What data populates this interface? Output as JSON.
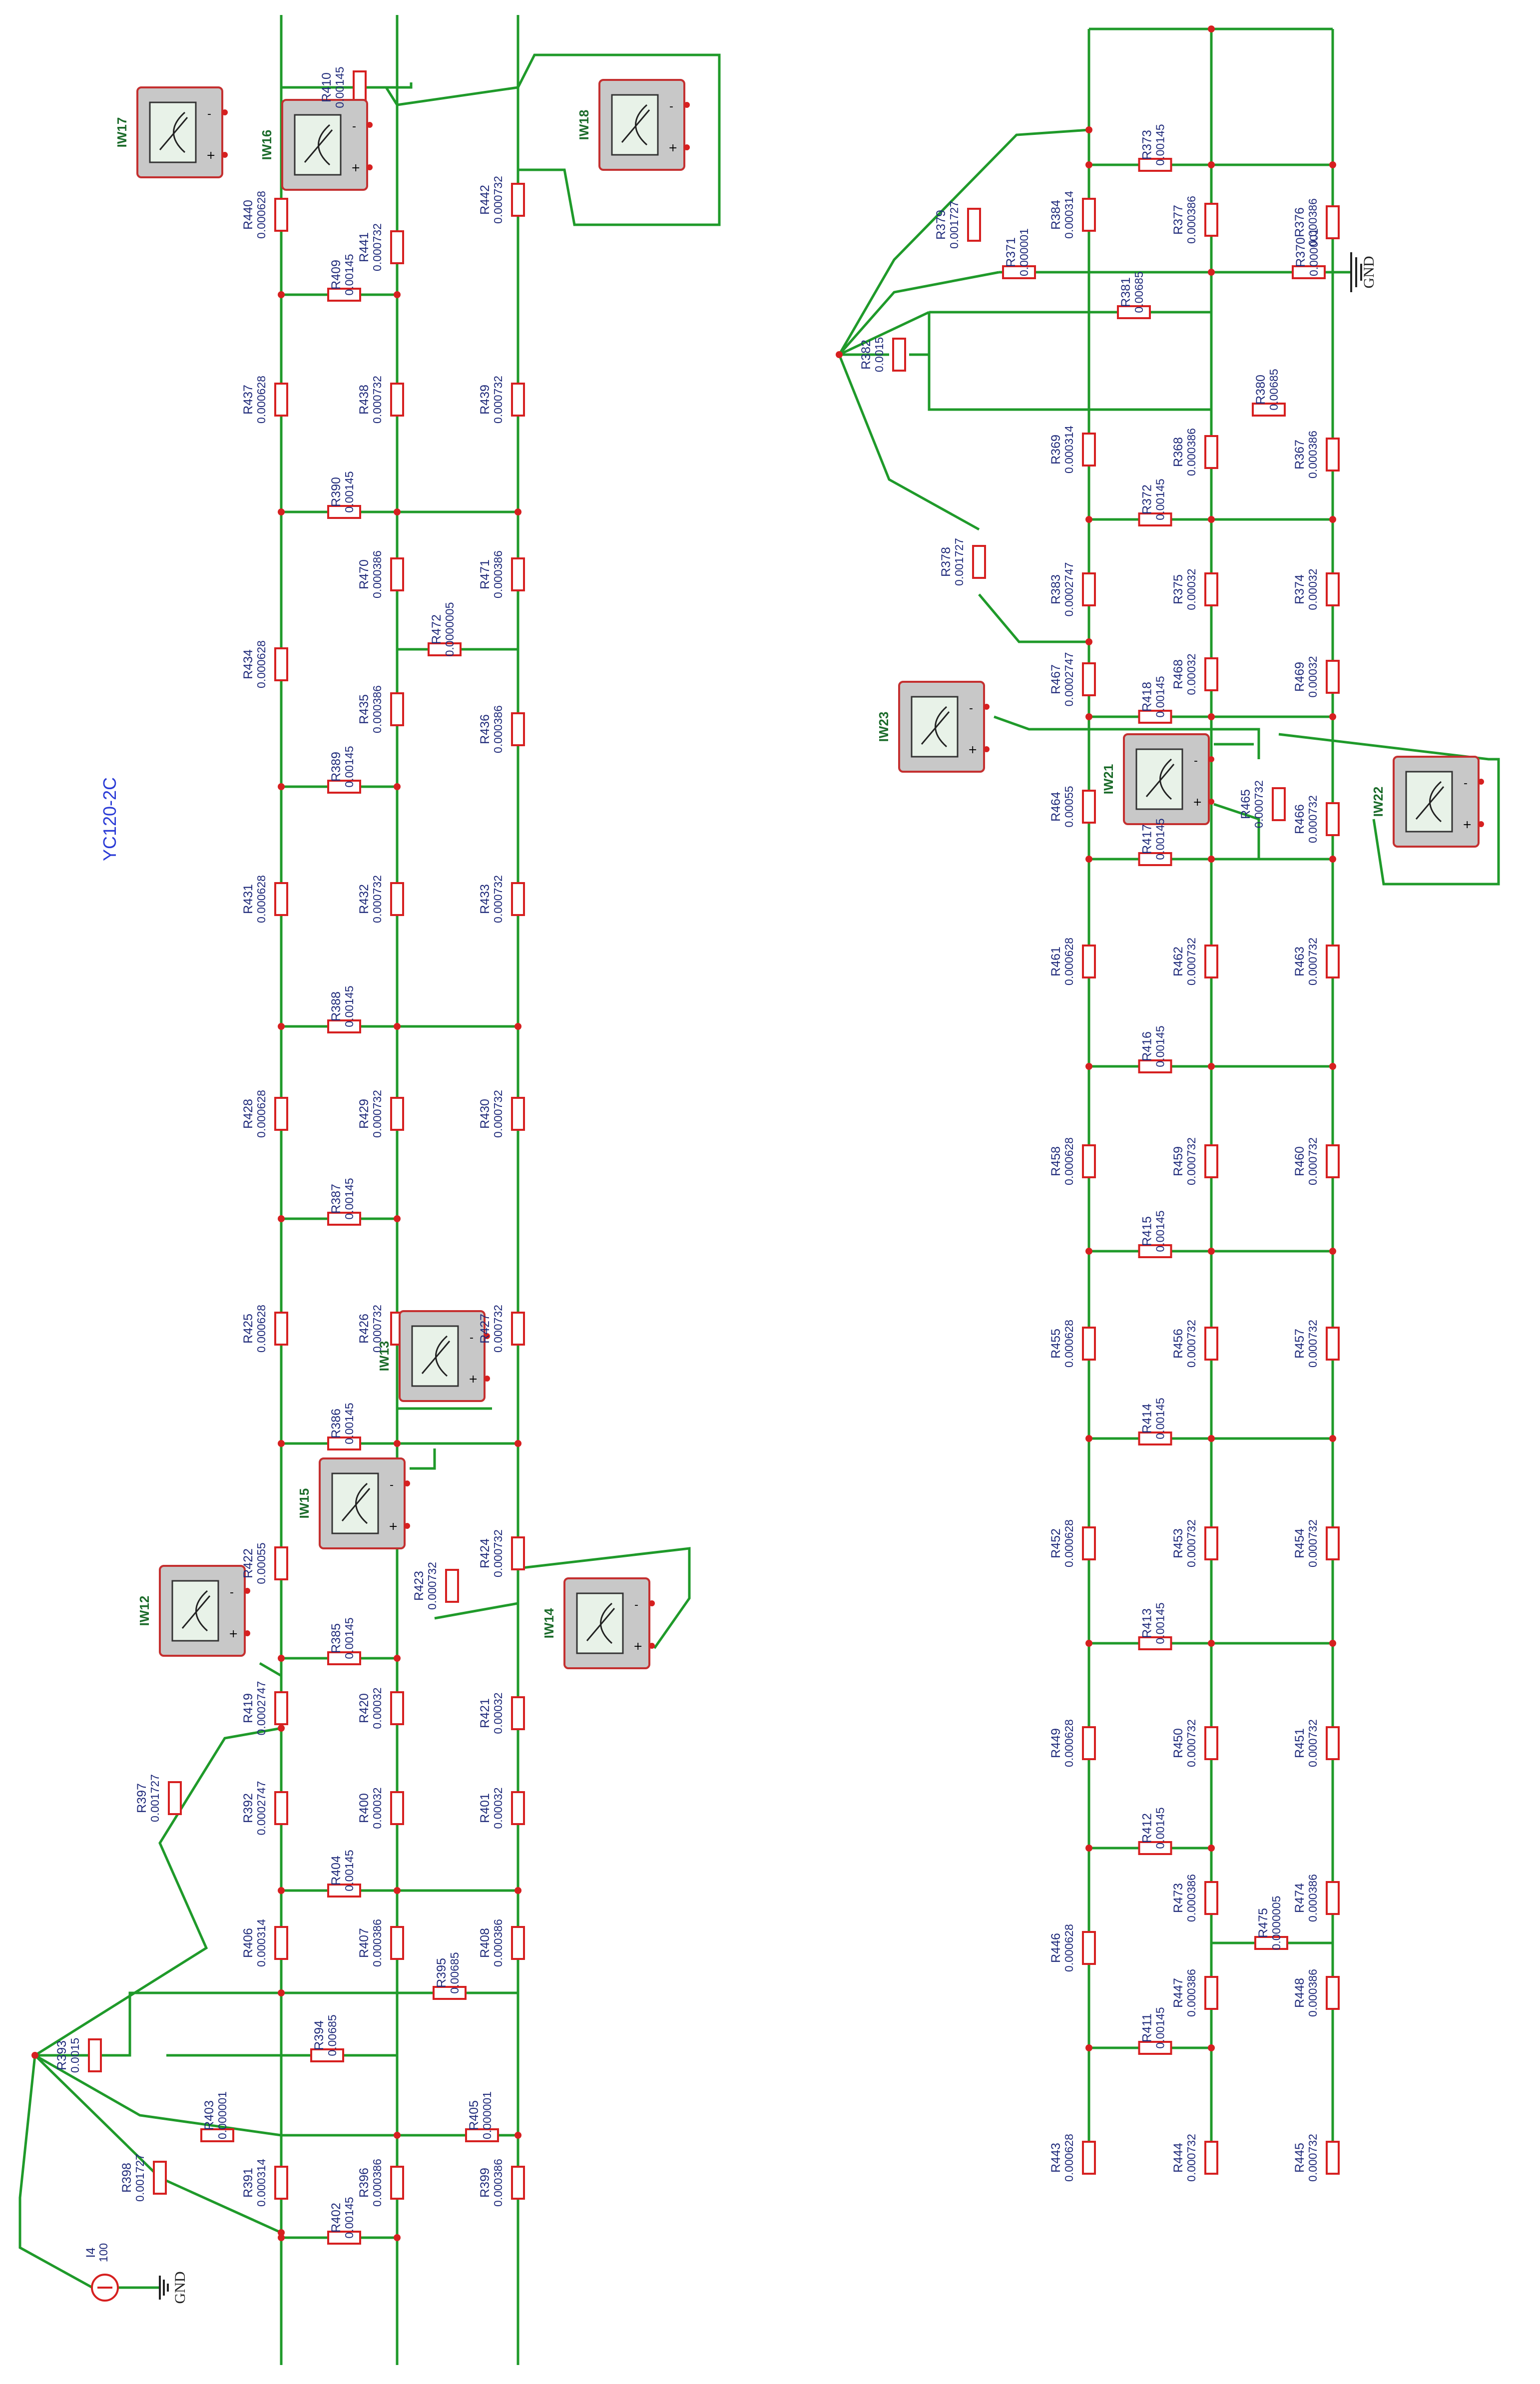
{
  "title": "YC120-2C",
  "gnd_label": "GND",
  "source": {
    "name": "I4",
    "value": "100"
  },
  "meters": {
    "IW12": "IW12",
    "IW13": "IW13",
    "IW14": "IW14",
    "IW15": "IW15",
    "IW16": "IW16",
    "IW17": "IW17",
    "IW18": "IW18",
    "IW21": "IW21",
    "IW22": "IW22",
    "IW23": "IW23"
  },
  "resistors": [
    {
      "n": "R410",
      "v": "0.00145"
    },
    {
      "n": "R440",
      "v": "0.000628"
    },
    {
      "n": "R441",
      "v": "0.000732"
    },
    {
      "n": "R442",
      "v": "0.000732"
    },
    {
      "n": "R409",
      "v": "0.00145"
    },
    {
      "n": "R437",
      "v": "0.000628"
    },
    {
      "n": "R438",
      "v": "0.000732"
    },
    {
      "n": "R439",
      "v": "0.000732"
    },
    {
      "n": "R390",
      "v": "0.00145"
    },
    {
      "n": "R470",
      "v": "0.000386"
    },
    {
      "n": "R471",
      "v": "0.000386"
    },
    {
      "n": "R472",
      "v": "0.0000005"
    },
    {
      "n": "R434",
      "v": "0.000628"
    },
    {
      "n": "R435",
      "v": "0.000386"
    },
    {
      "n": "R436",
      "v": "0.000386"
    },
    {
      "n": "R389",
      "v": "0.00145"
    },
    {
      "n": "R431",
      "v": "0.000628"
    },
    {
      "n": "R432",
      "v": "0.000732"
    },
    {
      "n": "R433",
      "v": "0.000732"
    },
    {
      "n": "R388",
      "v": "0.00145"
    },
    {
      "n": "R428",
      "v": "0.000628"
    },
    {
      "n": "R429",
      "v": "0.000732"
    },
    {
      "n": "R430",
      "v": "0.000732"
    },
    {
      "n": "R387",
      "v": "0.00145"
    },
    {
      "n": "R425",
      "v": "0.000628"
    },
    {
      "n": "R426",
      "v": "0.000732"
    },
    {
      "n": "R427",
      "v": "0.000732"
    },
    {
      "n": "R386",
      "v": "0.00145"
    },
    {
      "n": "R422",
      "v": "0.00055"
    },
    {
      "n": "R423",
      "v": "0.000732"
    },
    {
      "n": "R424",
      "v": "0.000732"
    },
    {
      "n": "R385",
      "v": "0.00145"
    },
    {
      "n": "R419",
      "v": "0.0002747"
    },
    {
      "n": "R420",
      "v": "0.00032"
    },
    {
      "n": "R421",
      "v": "0.00032"
    },
    {
      "n": "R397",
      "v": "0.001727"
    },
    {
      "n": "R392",
      "v": "0.0002747"
    },
    {
      "n": "R400",
      "v": "0.00032"
    },
    {
      "n": "R401",
      "v": "0.00032"
    },
    {
      "n": "R404",
      "v": "0.00145"
    },
    {
      "n": "R406",
      "v": "0.000314"
    },
    {
      "n": "R407",
      "v": "0.000386"
    },
    {
      "n": "R408",
      "v": "0.000386"
    },
    {
      "n": "R395",
      "v": "0.00685"
    },
    {
      "n": "R393",
      "v": "0.0015"
    },
    {
      "n": "R394",
      "v": "0.00685"
    },
    {
      "n": "R403",
      "v": "0.000001"
    },
    {
      "n": "R405",
      "v": "0.000001"
    },
    {
      "n": "R398",
      "v": "0.001727"
    },
    {
      "n": "R391",
      "v": "0.000314"
    },
    {
      "n": "R396",
      "v": "0.000386"
    },
    {
      "n": "R399",
      "v": "0.000386"
    },
    {
      "n": "R402",
      "v": "0.00145"
    },
    {
      "n": "R379",
      "v": "0.001727"
    },
    {
      "n": "R384",
      "v": "0.000314"
    },
    {
      "n": "R373",
      "v": "0.00145"
    },
    {
      "n": "R377",
      "v": "0.000386"
    },
    {
      "n": "R376",
      "v": "0.000386"
    },
    {
      "n": "R371",
      "v": "0.000001"
    },
    {
      "n": "R370",
      "v": "0.000001"
    },
    {
      "n": "R381",
      "v": "0.00685"
    },
    {
      "n": "R382",
      "v": "0.0015"
    },
    {
      "n": "R380",
      "v": "0.00685"
    },
    {
      "n": "R369",
      "v": "0.000314"
    },
    {
      "n": "R368",
      "v": "0.000386"
    },
    {
      "n": "R367",
      "v": "0.000386"
    },
    {
      "n": "R372",
      "v": "0.00145"
    },
    {
      "n": "R378",
      "v": "0.001727"
    },
    {
      "n": "R383",
      "v": "0.0002747"
    },
    {
      "n": "R375",
      "v": "0.00032"
    },
    {
      "n": "R374",
      "v": "0.00032"
    },
    {
      "n": "R467",
      "v": "0.0002747"
    },
    {
      "n": "R418",
      "v": "0.00145"
    },
    {
      "n": "R468",
      "v": "0.00032"
    },
    {
      "n": "R469",
      "v": "0.00032"
    },
    {
      "n": "R464",
      "v": "0.00055"
    },
    {
      "n": "R465",
      "v": "0.000732"
    },
    {
      "n": "R466",
      "v": "0.000732"
    },
    {
      "n": "R417",
      "v": "0.00145"
    },
    {
      "n": "R461",
      "v": "0.000628"
    },
    {
      "n": "R462",
      "v": "0.000732"
    },
    {
      "n": "R463",
      "v": "0.000732"
    },
    {
      "n": "R416",
      "v": "0.00145"
    },
    {
      "n": "R458",
      "v": "0.000628"
    },
    {
      "n": "R459",
      "v": "0.000732"
    },
    {
      "n": "R460",
      "v": "0.000732"
    },
    {
      "n": "R415",
      "v": "0.00145"
    },
    {
      "n": "R455",
      "v": "0.000628"
    },
    {
      "n": "R456",
      "v": "0.000732"
    },
    {
      "n": "R457",
      "v": "0.000732"
    },
    {
      "n": "R414",
      "v": "0.00145"
    },
    {
      "n": "R452",
      "v": "0.000628"
    },
    {
      "n": "R453",
      "v": "0.000732"
    },
    {
      "n": "R454",
      "v": "0.000732"
    },
    {
      "n": "R413",
      "v": "0.00145"
    },
    {
      "n": "R449",
      "v": "0.000628"
    },
    {
      "n": "R450",
      "v": "0.000732"
    },
    {
      "n": "R451",
      "v": "0.000732"
    },
    {
      "n": "R412",
      "v": "0.00145"
    },
    {
      "n": "R446",
      "v": "0.000628"
    },
    {
      "n": "R473",
      "v": "0.000386"
    },
    {
      "n": "R474",
      "v": "0.000386"
    },
    {
      "n": "R475",
      "v": "0.0000005"
    },
    {
      "n": "R411",
      "v": "0.00145"
    },
    {
      "n": "R447",
      "v": "0.000386"
    },
    {
      "n": "R448",
      "v": "0.000386"
    },
    {
      "n": "R443",
      "v": "0.000628"
    },
    {
      "n": "R444",
      "v": "0.000732"
    },
    {
      "n": "R445",
      "v": "0.000732"
    }
  ]
}
